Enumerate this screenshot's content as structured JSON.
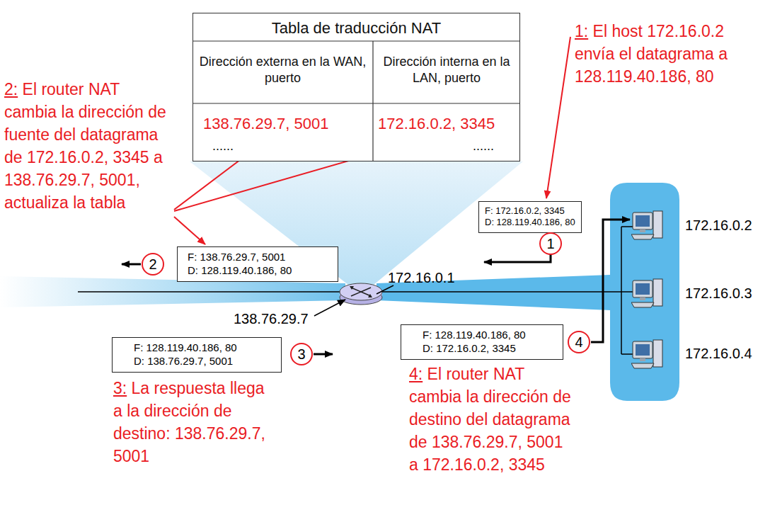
{
  "diagram": {
    "nodes": [
      {
        "text": [
          "Tabla de traducción NAT"
        ]
      },
      {
        "text": [
          "F: 172.16.0.2, 3345",
          "D: 128.119.40.186, 80"
        ]
      },
      {
        "text": [
          "1"
        ]
      },
      {
        "text": [
          "2"
        ]
      },
      {
        "text": [
          "F: 138.76.29.7, 5001",
          "D: 128.119.40.186, 80"
        ]
      },
      {
        "text": [
          "F: 128.119.40.186, 80",
          "D: 172.16.0.2, 3345"
        ]
      },
      {
        "text": [
          "4"
        ]
      },
      {
        "text": [
          "F: 128.119.40.186, 80",
          "D: 138.76.29.7, 5001"
        ]
      },
      {
        "text": [
          "3"
        ]
      }
    ],
    "labels": [
      "2: El router NAT cambia la dirección de fuente del datagrama de 172.16.0.2, 3345 a 138.76.29.7, 5001, actualiza la tabla",
      "Dirección externa en la WAN, puerto",
      "Dirección interna en la LAN, puerto",
      "138.76.29.7, 5001",
      "172.16.0.2, 3345",
      "......",
      "......",
      "1: El host 172.16.0.2 envía el datagrama a 128.119.40.186, 80",
      "172.16.0.1",
      "172.16.0.2",
      "172.16.0.3",
      "138.76.29.7",
      "172.16.0.4",
      "3: La respuesta llega a la dirección de destino: 138.76.29.7, 5001",
      "4: El router NAT cambia la dirección de destino del datagrama de 138.76.29.7, 5001 a 172.16.0.2, 3345"
    ]
  }
}
